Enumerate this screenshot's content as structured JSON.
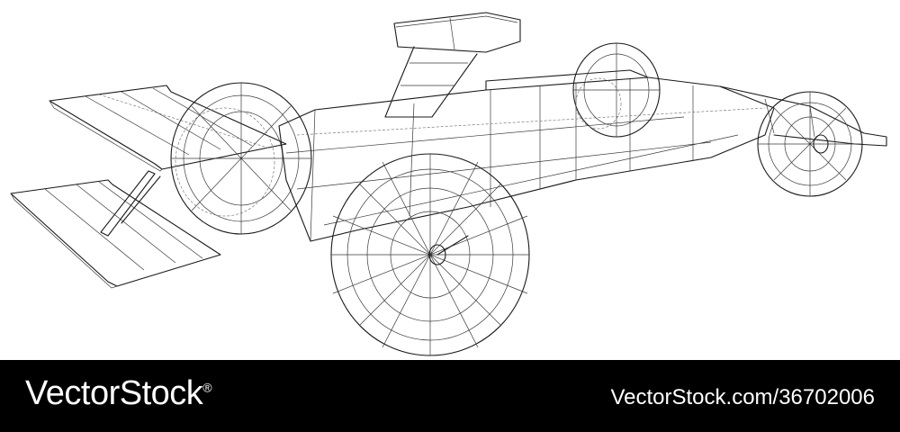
{
  "image": {
    "subject": "wireframe-formula-race-car",
    "line_color": "#1a1a1a",
    "background_color": "#ffffff"
  },
  "footer": {
    "brand": "VectorStock",
    "registered_mark": "®",
    "image_ref": "VectorStock.com/36702006",
    "background_color": "#000000",
    "text_color": "#ffffff"
  }
}
